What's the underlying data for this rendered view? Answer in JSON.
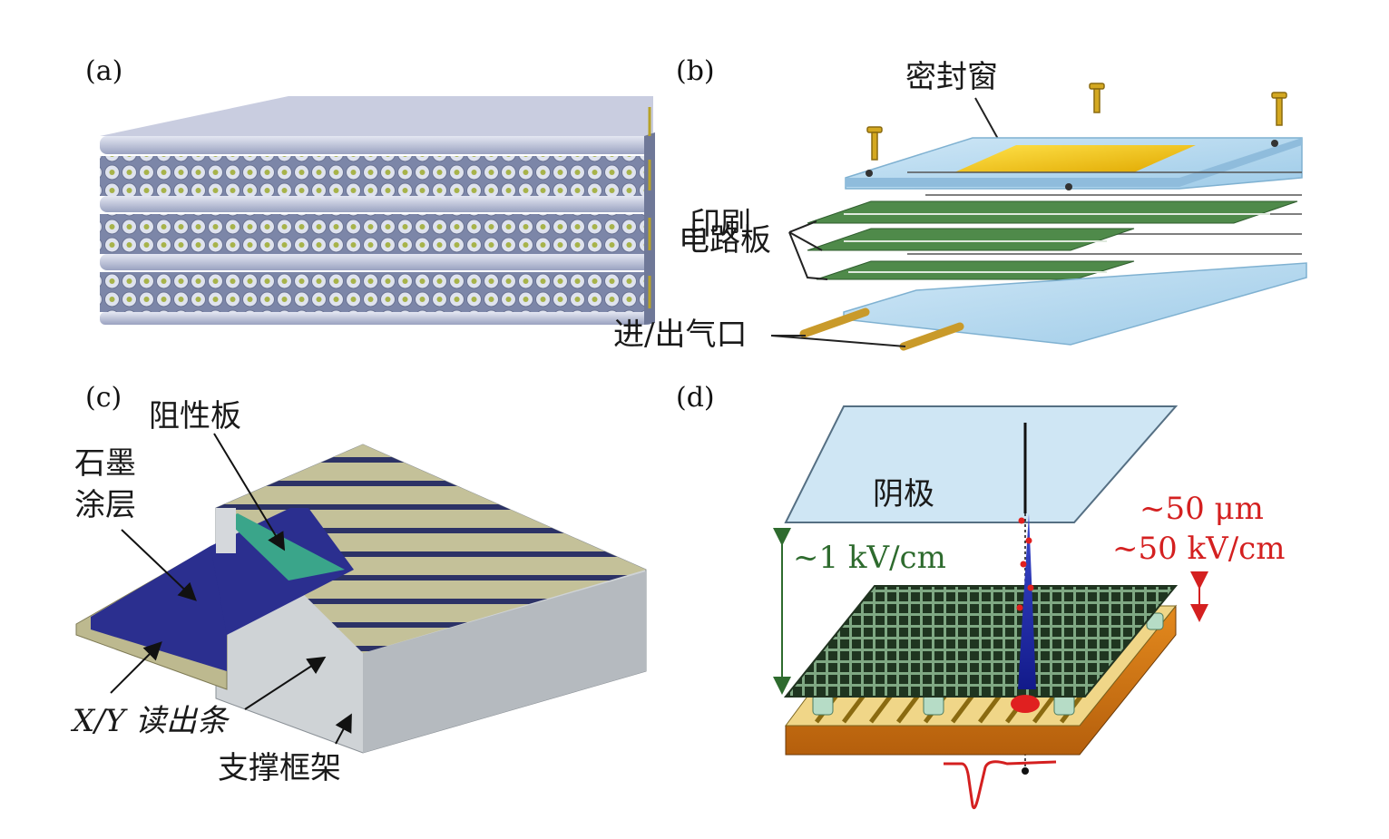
{
  "panels": {
    "a": {
      "label": "(a)"
    },
    "b": {
      "label": "(b)",
      "window": "密封窗",
      "pcb_line1": "印刷",
      "pcb_line2": "电路板",
      "gas": "进/出气口"
    },
    "c": {
      "label": "(c)",
      "resistive_plate": "阻性板",
      "graphite_line1": "石墨",
      "graphite_line2": "涂层",
      "readout": "X/Y 读出条",
      "frame": "支撑框架"
    },
    "d": {
      "label": "(d)",
      "cathode": "阴极",
      "field_drift": "~1 kV/cm",
      "gap": "~50 μm",
      "field_amp": "~50 kV/cm"
    }
  },
  "colors": {
    "green_label": "#2e6b2e",
    "red_label": "#d42020",
    "blue_coating": "#2b2f8f",
    "teal_plate": "#3aa58a",
    "glass": "#bcdcef",
    "gold": "#e8c020"
  }
}
